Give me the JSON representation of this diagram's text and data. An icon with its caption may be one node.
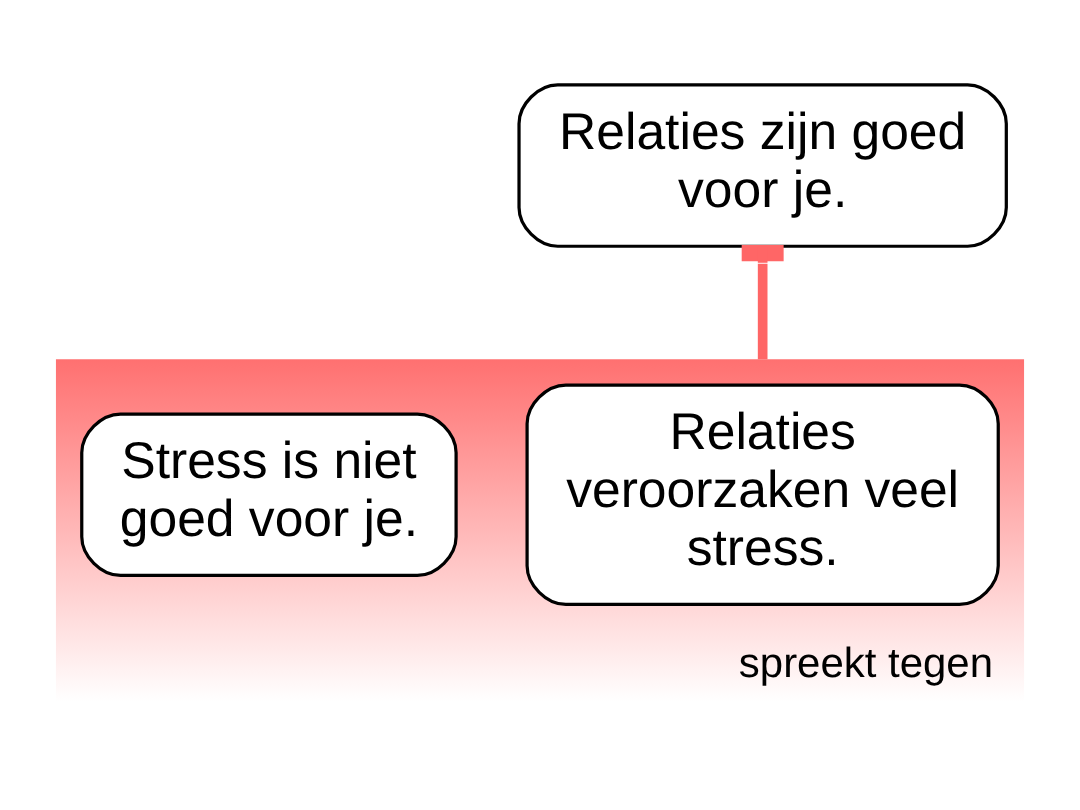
{
  "diagram": {
    "nodes": [
      {
        "text": [
          "Relaties zijn goed voor je."
        ]
      },
      {
        "text": [
          "spreekt tegen"
        ]
      },
      {
        "text": [
          "Relaties veroorzaken veel stress."
        ],
        "in": 1
      },
      {
        "text": [
          "Stress is niet goed voor je."
        ],
        "in": 1
      }
    ],
    "edges": [
      {
        "from": 1,
        "to": 0,
        "arrow": "other"
      }
    ]
  }
}
